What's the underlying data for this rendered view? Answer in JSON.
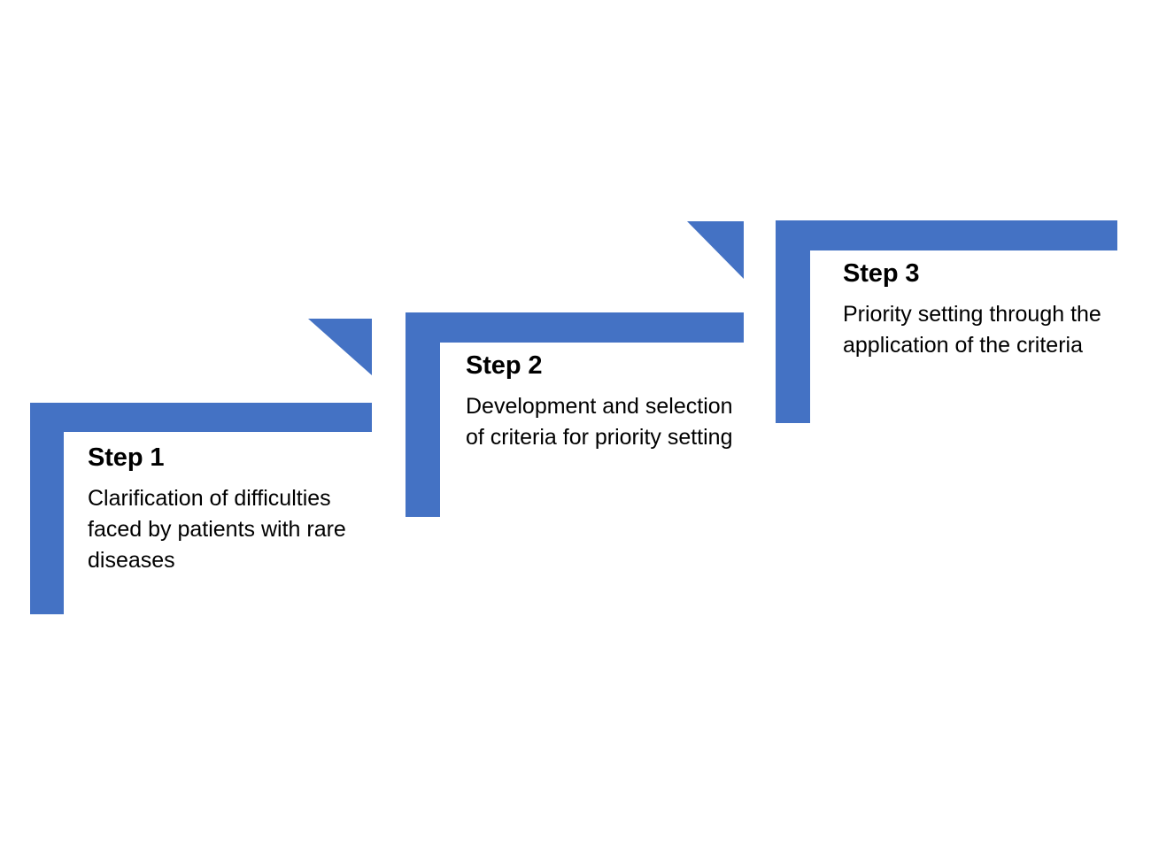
{
  "diagram": {
    "type": "stair-step-process",
    "orientation": "ascending-left-to-right",
    "accent_color": "#4472C4",
    "text_color": "#000000",
    "background_color": "#FFFFFF",
    "step_count": 3,
    "steps": [
      {
        "id": "step-1",
        "title": "Step 1",
        "description": "Clarification of difficulties faced by patients with rare diseases"
      },
      {
        "id": "step-2",
        "title": "Step 2",
        "description": "Development and selection of criteria for priority setting"
      },
      {
        "id": "step-3",
        "title": "Step 3",
        "description": "Priority setting through the application of the criteria"
      }
    ],
    "connectors": [
      {
        "id": "connector-1",
        "from": "step-1",
        "to": "step-2",
        "shape": "triangle"
      },
      {
        "id": "connector-2",
        "from": "step-2",
        "to": "step-3",
        "shape": "triangle"
      }
    ]
  }
}
